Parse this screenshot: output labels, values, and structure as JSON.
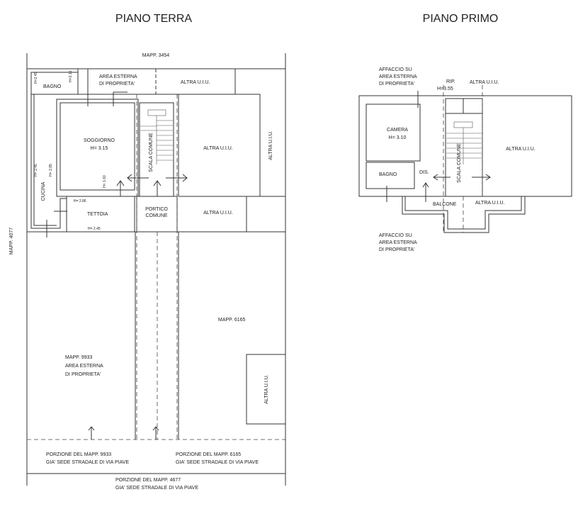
{
  "titles": {
    "ground": "PIANO TERRA",
    "first": "PIANO PRIMO"
  },
  "ground": {
    "mapp_top": "MAPP. 3454",
    "mapp_left": "MAPP. 4077",
    "bagno": "BAGNO",
    "h_bagno": "H=2.45",
    "h_bagno2": "H=3.15",
    "area_esterna": [
      "AREA ESTERNA",
      "DI PROPRIETA'"
    ],
    "altra_top": "ALTRA U.I.U.",
    "soggiorno": "SOGGIORNO",
    "h_soggiorno": "H= 3.15",
    "scala": "SCALA COMUNE",
    "altra_main": "ALTRA U.I.U.",
    "altra_right": "ALTRA U.I.U.",
    "cucina": "CUCINA",
    "h_cucina": "H= 2.45",
    "h_cucina2": "H= 2.85",
    "h_160": "H= 1.60",
    "h_tettoia_top": "H= 2.86",
    "tettoia": "TETTOIA",
    "h_tettoia": "H= 2.45",
    "portico": [
      "PORTICO",
      "COMUNE"
    ],
    "altra_lower": "ALTRA U.I.U.",
    "mapp_6165": "MAPP. 6165",
    "mapp_9933": [
      "MAPP. 9933",
      "AREA ESTERNA",
      "DI PROPRIETA'"
    ],
    "altra_box": "ALTRA U.I.U.",
    "porzione_9933": [
      "PORZIONE DEL MAPP. 9933",
      "GIA' SEDE STRADALE DI VIA PIAVE"
    ],
    "porzione_6165": [
      "PORZIONE DEL MAPP. 6165",
      "GIA' SEDE STRADALE DI VIA PIAVE"
    ],
    "porzione_4677": [
      "PORZIONE DEL MAPP. 4677",
      "GIA' SEDE STRADALE DI VIA PIAVE"
    ]
  },
  "first": {
    "affaccio_top": [
      "AFFACCIO SU",
      "AREA ESTERNA",
      "DI PROPRIETA'"
    ],
    "rip": "RIP.",
    "h_rip": "H=3.55",
    "altra_top": "ALTRA U.I.U.",
    "camera": "CAMERA",
    "h_camera": "H= 3.10",
    "bagno": "BAGNO",
    "dis": "DIS.",
    "scala": "SCALA COMUNE",
    "altra_main": "ALTRA U.I.U.",
    "balcone": "BALCONE",
    "altra_balcone": "ALTRA U.I.U.",
    "affaccio_bottom": [
      "AFFACCIO SU",
      "AREA ESTERNA",
      "DI PROPRIETA'"
    ]
  }
}
